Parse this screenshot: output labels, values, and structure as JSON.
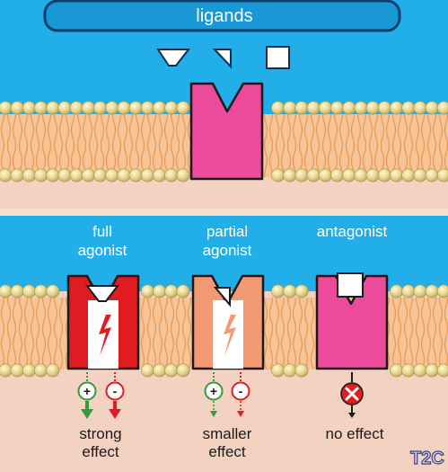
{
  "title": "ligands",
  "columns": [
    {
      "label_line1": "full",
      "label_line2": "agonist",
      "effect_line1": "strong",
      "effect_line2": "effect",
      "plus_sign": "+",
      "minus_sign": "-"
    },
    {
      "label_line1": "partial",
      "label_line2": "agonist",
      "effect_line1": "smaller",
      "effect_line2": "effect",
      "plus_sign": "+",
      "minus_sign": "-"
    },
    {
      "label_line1": "antagonist",
      "label_line2": "",
      "effect_line1": "no effect",
      "effect_line2": ""
    }
  ],
  "logo_text": "T2C",
  "colors": {
    "extracellular_blue": "#22aee8",
    "cytoplasm_pink": "#f4d2c2",
    "lipid_head": "#e9dca0",
    "lipid_tail": "#f2b577",
    "receptor_magenta": "#ec4b9b",
    "full_agonist_red": "#e01b22",
    "partial_agonist_salmon": "#f39a74",
    "plus_green": "#2f9e3a",
    "minus_red": "#e21c22"
  }
}
